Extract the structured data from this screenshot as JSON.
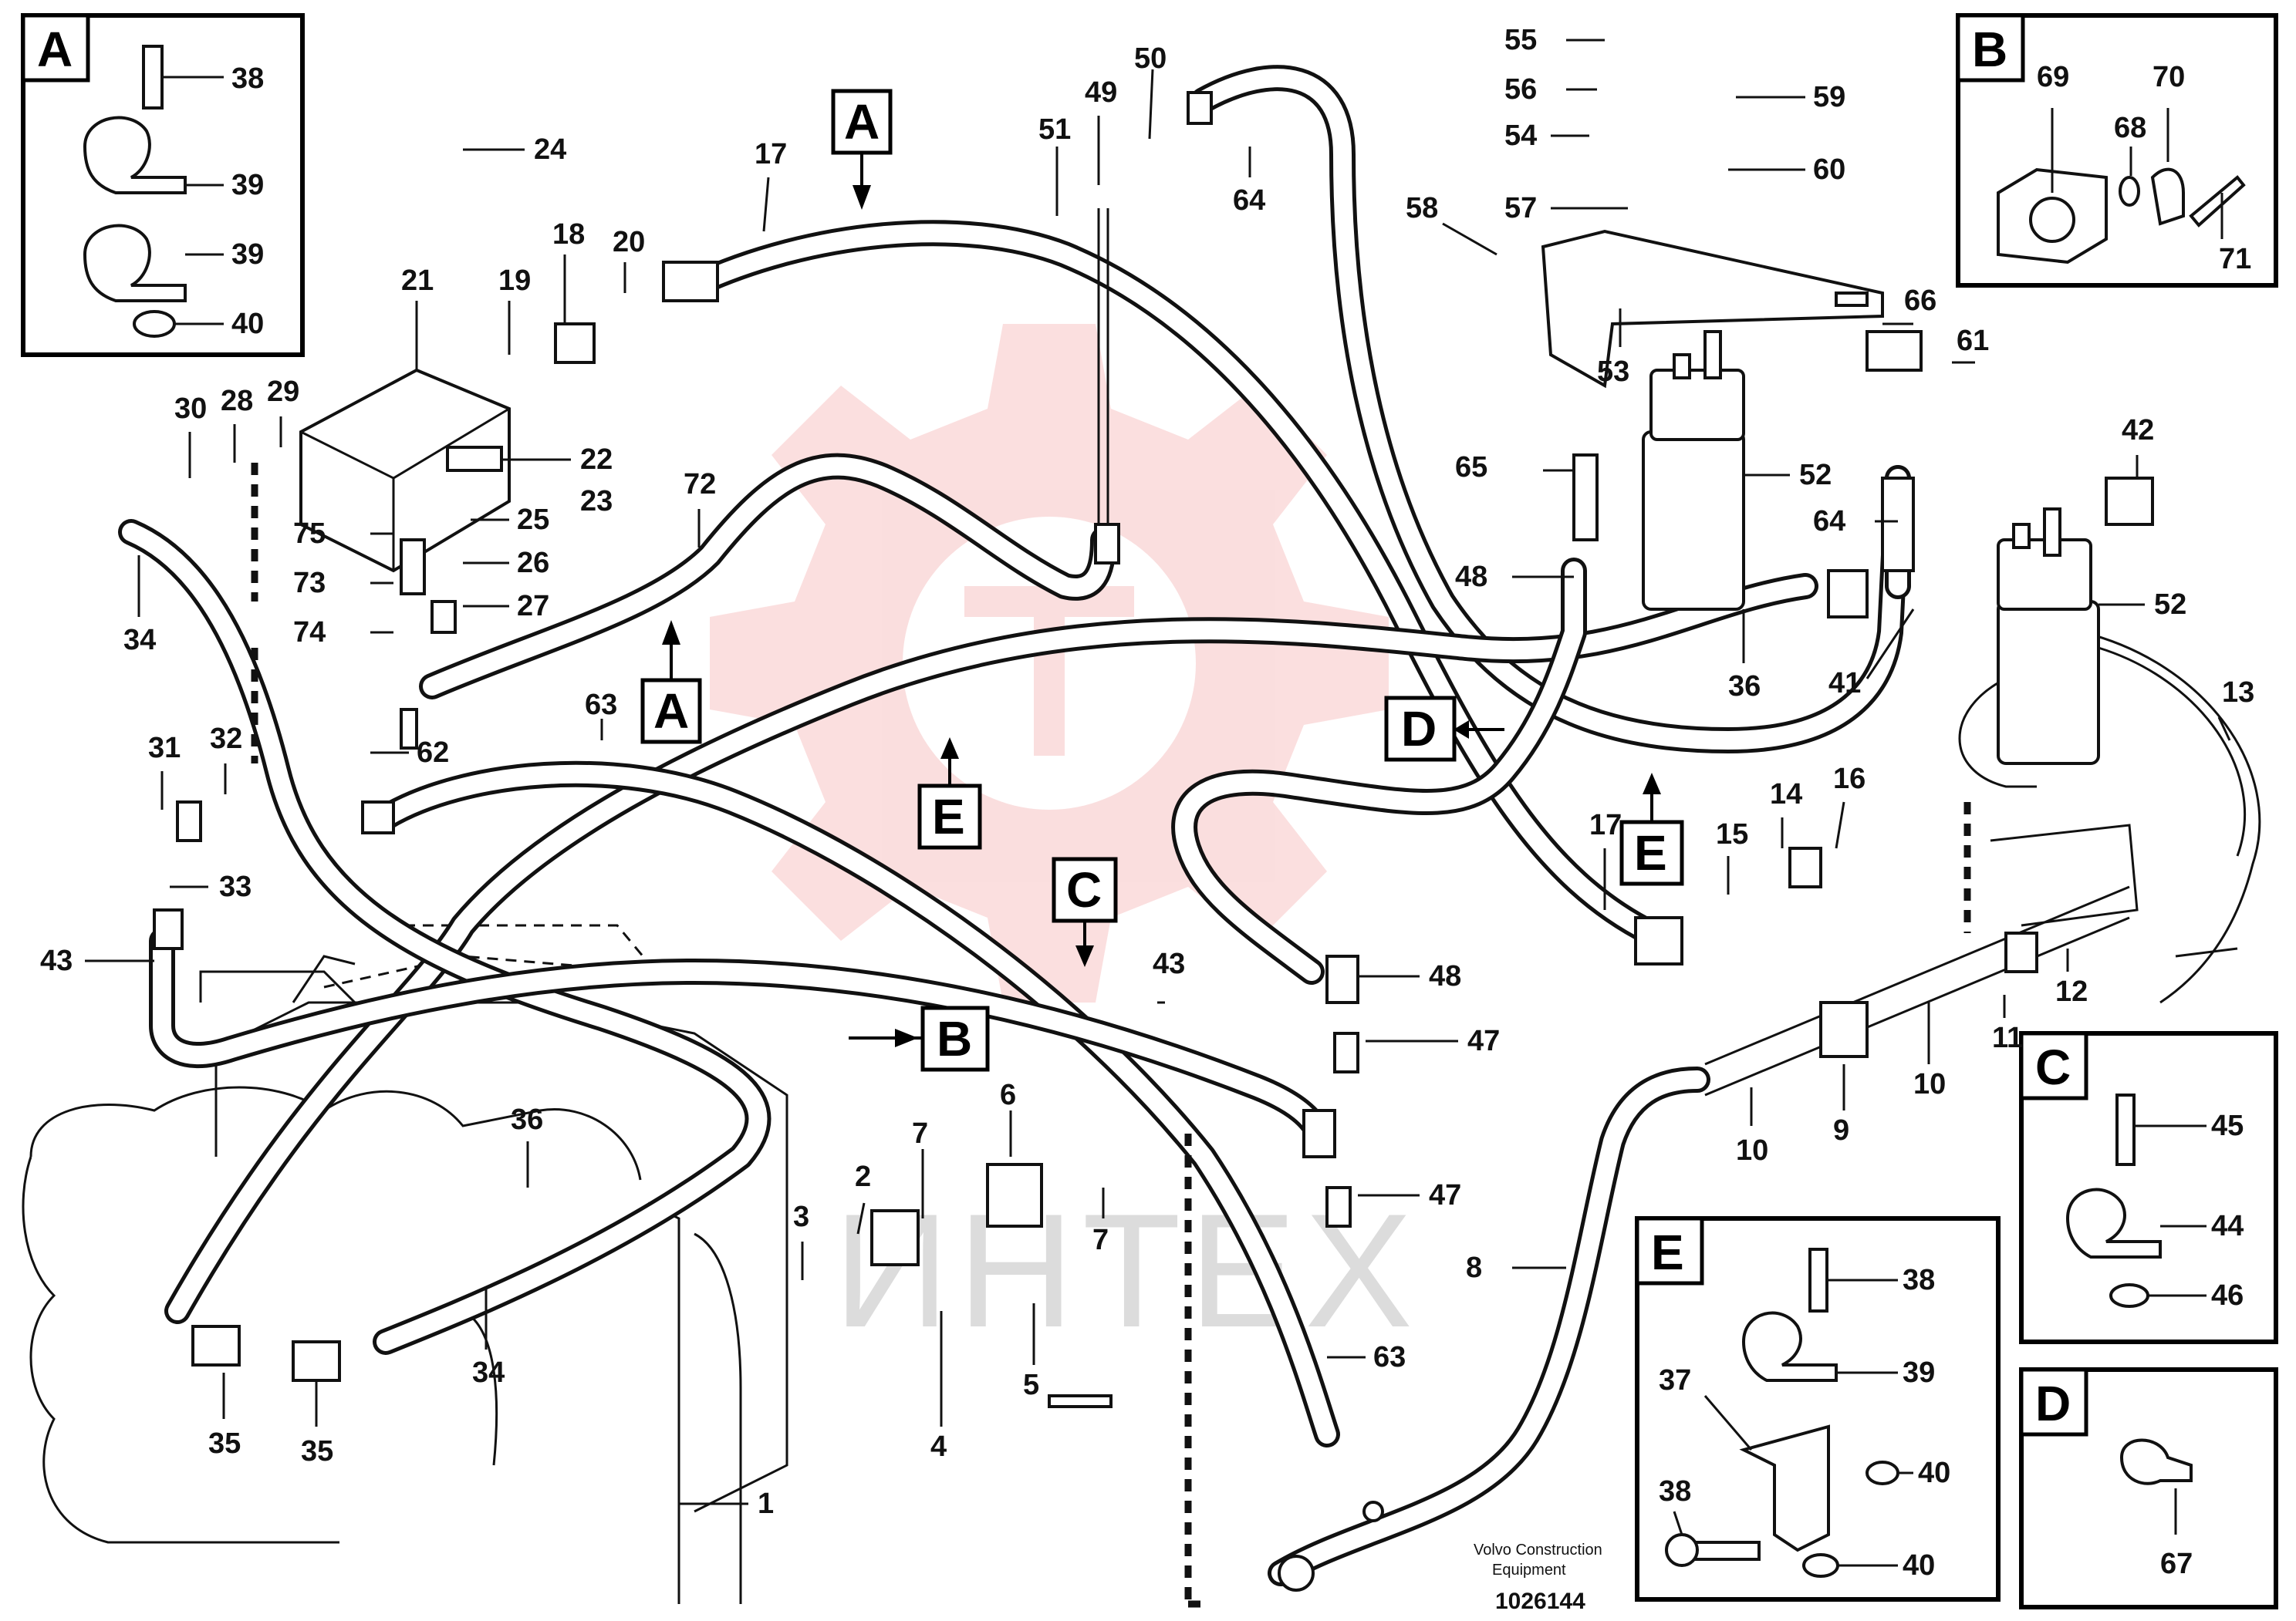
{
  "watermark": {
    "text": "ИНТЕХ",
    "gear_color": "#f7c4c4"
  },
  "footer": {
    "maker_line1": "Volvo Construction",
    "maker_line2": "Equipment",
    "drawing_number": "1026144"
  },
  "detail_boxes": {
    "A": {
      "letter": "A",
      "labels": [
        "38",
        "39",
        "39",
        "40"
      ]
    },
    "B": {
      "letter": "B",
      "labels": [
        "69",
        "70",
        "68",
        "71"
      ]
    },
    "C": {
      "letter": "C",
      "labels": [
        "45",
        "44",
        "46"
      ]
    },
    "D": {
      "letter": "D",
      "labels": [
        "67"
      ]
    },
    "E": {
      "letter": "E",
      "labels": [
        "38",
        "39",
        "37",
        "38",
        "40",
        "40"
      ]
    }
  },
  "view_markers": [
    "A",
    "A",
    "B",
    "C",
    "D",
    "E",
    "E"
  ],
  "part_labels": [
    "1",
    "2",
    "3",
    "4",
    "5",
    "6",
    "7",
    "7",
    "8",
    "9",
    "10",
    "10",
    "11",
    "12",
    "13",
    "14",
    "15",
    "16",
    "17",
    "17",
    "18",
    "19",
    "20",
    "21",
    "22",
    "23",
    "24",
    "25",
    "26",
    "27",
    "28",
    "29",
    "30",
    "31",
    "32",
    "33",
    "34",
    "34",
    "35",
    "35",
    "36",
    "36",
    "41",
    "42",
    "43",
    "43",
    "47",
    "47",
    "48",
    "48",
    "49",
    "50",
    "51",
    "52",
    "52",
    "53",
    "54",
    "55",
    "56",
    "57",
    "58",
    "59",
    "60",
    "61",
    "62",
    "63",
    "63",
    "64",
    "64",
    "65",
    "66",
    "72",
    "73",
    "74",
    "75"
  ]
}
